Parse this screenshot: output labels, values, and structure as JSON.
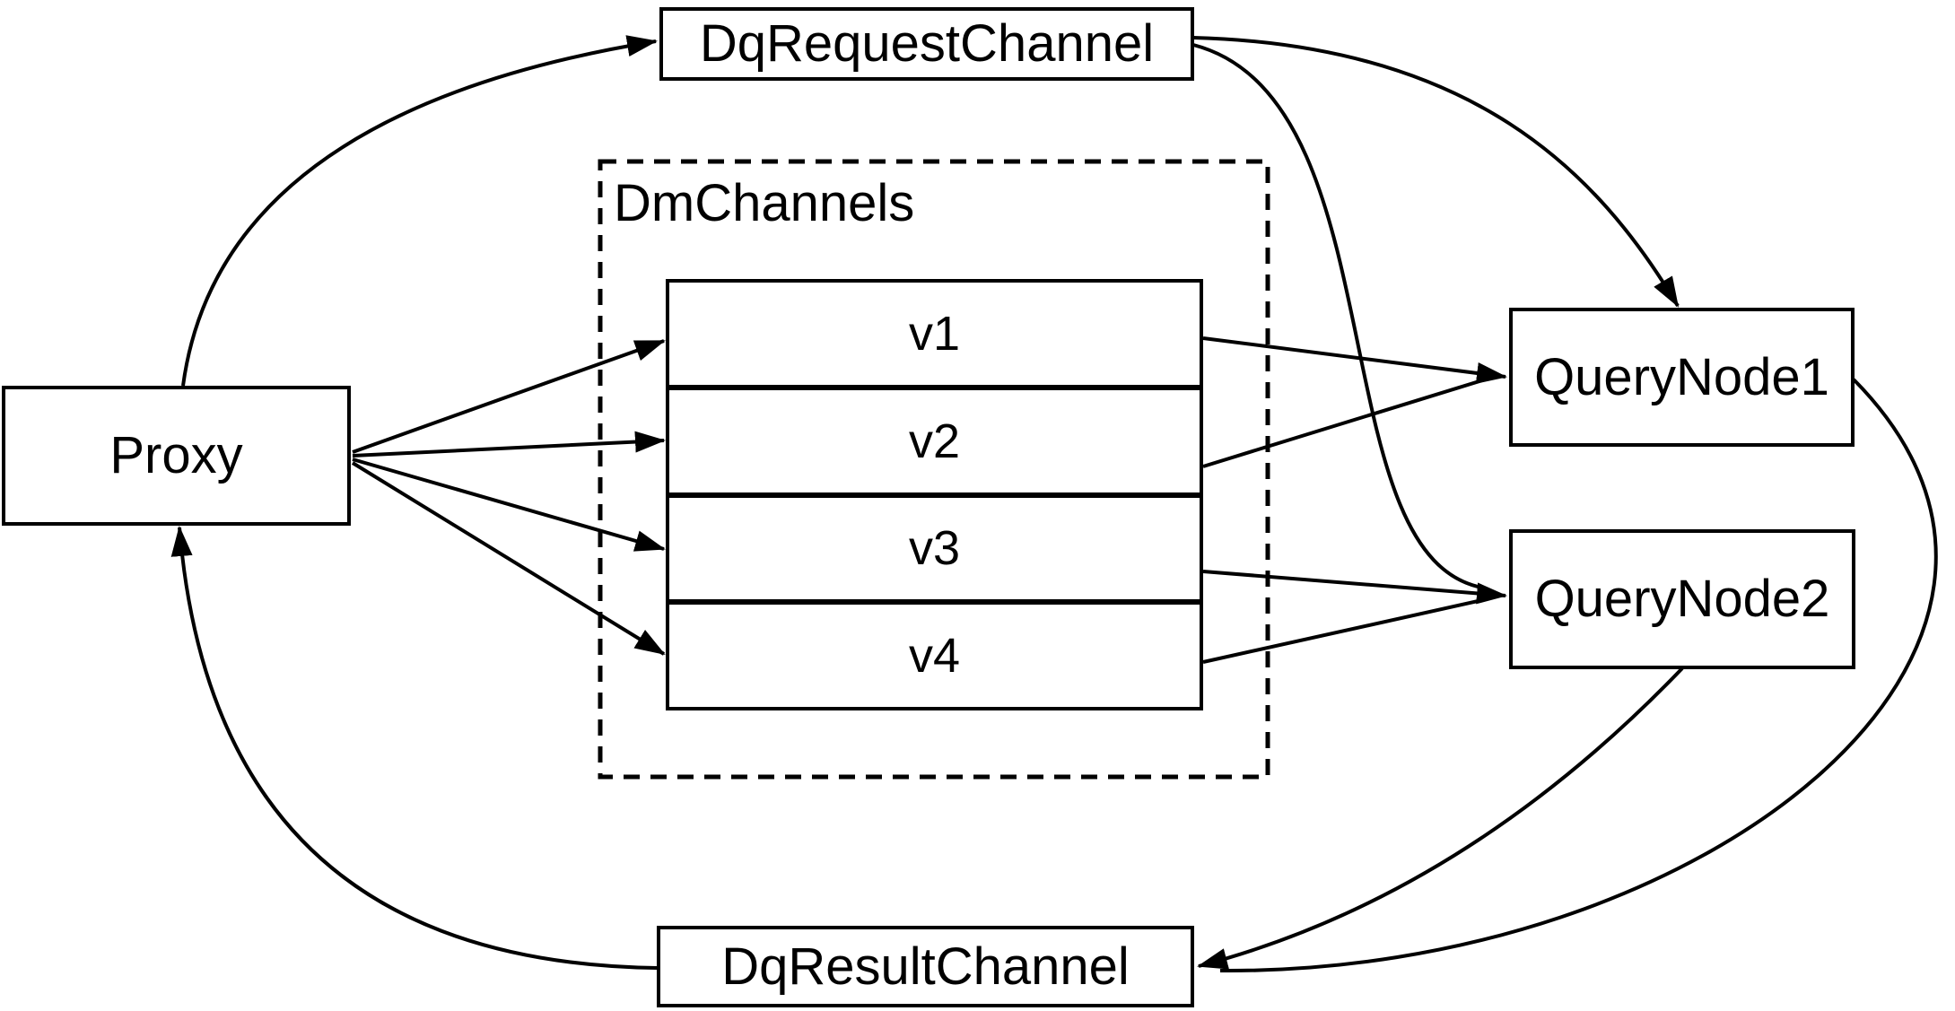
{
  "diagram": {
    "nodes": {
      "proxy": {
        "label": "Proxy"
      },
      "dq_request_channel": {
        "label": "DqRequestChannel"
      },
      "dq_result_channel": {
        "label": "DqResultChannel"
      },
      "query_node_1": {
        "label": "QueryNode1"
      },
      "query_node_2": {
        "label": "QueryNode2"
      },
      "dm_channels": {
        "label": "DmChannels",
        "rows": [
          {
            "label": "v1"
          },
          {
            "label": "v2"
          },
          {
            "label": "v3"
          },
          {
            "label": "v4"
          }
        ]
      }
    },
    "edges": [
      {
        "from": "Proxy",
        "to": "DqRequestChannel"
      },
      {
        "from": "DqRequestChannel",
        "to": "QueryNode1"
      },
      {
        "from": "DqRequestChannel",
        "to": "QueryNode2"
      },
      {
        "from": "Proxy",
        "to": "v1"
      },
      {
        "from": "Proxy",
        "to": "v2"
      },
      {
        "from": "Proxy",
        "to": "v3"
      },
      {
        "from": "Proxy",
        "to": "v4"
      },
      {
        "from": "v1",
        "to": "QueryNode1"
      },
      {
        "from": "v2",
        "to": "QueryNode1"
      },
      {
        "from": "v3",
        "to": "QueryNode2"
      },
      {
        "from": "v4",
        "to": "QueryNode2"
      },
      {
        "from": "QueryNode1",
        "to": "DqResultChannel"
      },
      {
        "from": "QueryNode2",
        "to": "DqResultChannel"
      },
      {
        "from": "DqResultChannel",
        "to": "Proxy"
      }
    ],
    "colors": {
      "stroke": "#000000",
      "background": "#ffffff",
      "text": "#000000"
    }
  }
}
